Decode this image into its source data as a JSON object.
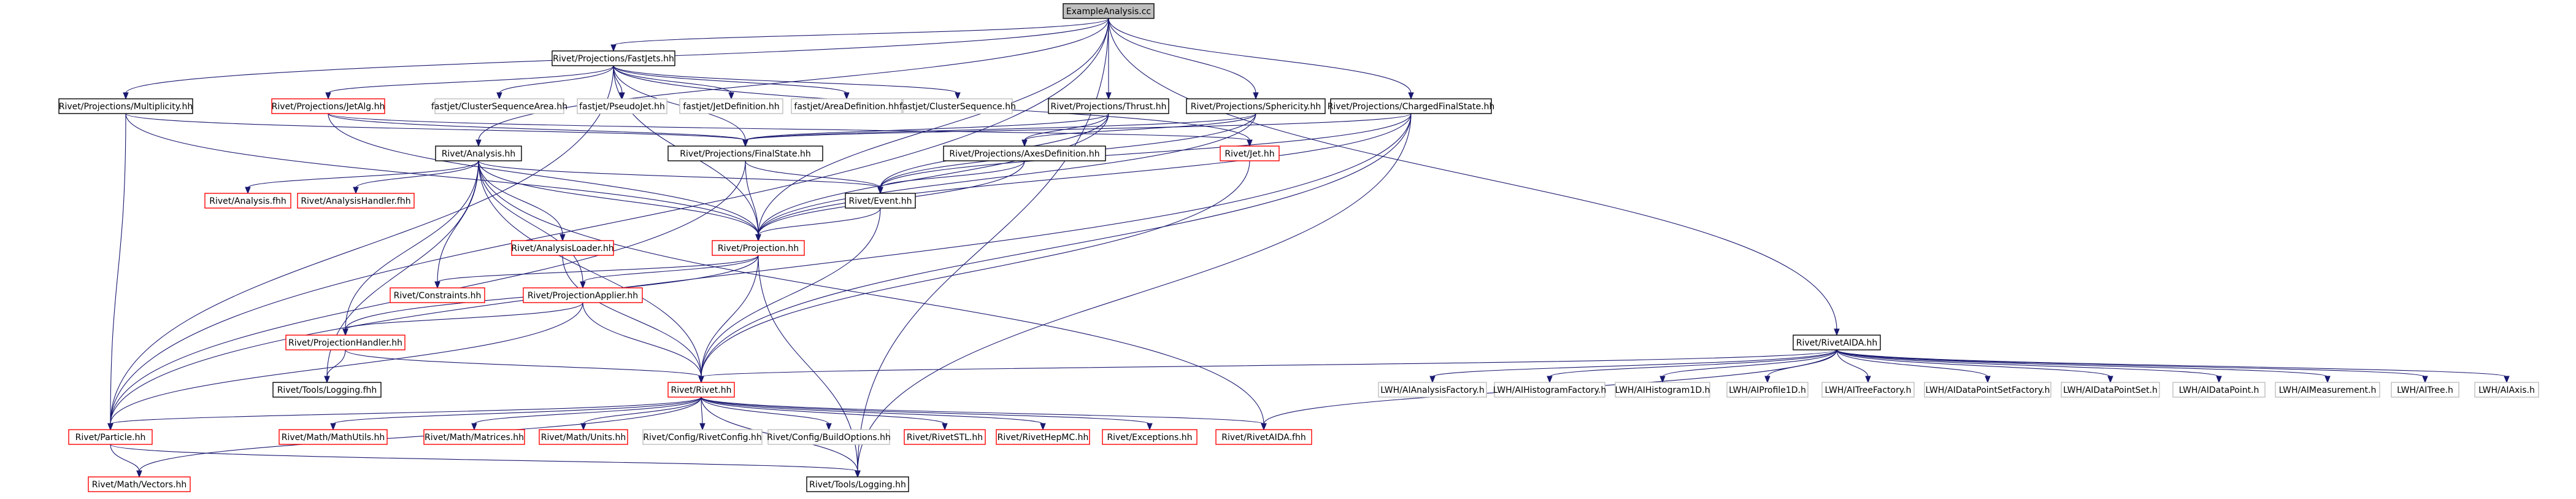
{
  "graph": {
    "colors": {
      "edge": "#191970",
      "border_default": "#000000",
      "border_missing": "#ff0000",
      "border_undocumented": "#bfbfbf",
      "root_fill": "#bfbfbf",
      "text": "#000000"
    },
    "nodes": [
      {
        "id": "root",
        "label": "ExampleAnalysis.cc",
        "kind": "root"
      },
      {
        "id": "fastjets",
        "label": "Rivet/Projections/FastJets.hh",
        "kind": "default"
      },
      {
        "id": "mult",
        "label": "Rivet/Projections/Multiplicity.hh",
        "kind": "default"
      },
      {
        "id": "jetalg",
        "label": "Rivet/Projections/JetAlg.hh",
        "kind": "missing"
      },
      {
        "id": "csarea",
        "label": "fastjet/ClusterSequenceArea.hh",
        "kind": "undocumented"
      },
      {
        "id": "pseudojet",
        "label": "fastjet/PseudoJet.hh",
        "kind": "undocumented"
      },
      {
        "id": "jetdef",
        "label": "fastjet/JetDefinition.hh",
        "kind": "undocumented"
      },
      {
        "id": "areadef",
        "label": "fastjet/AreaDefinition.hh",
        "kind": "undocumented"
      },
      {
        "id": "cs",
        "label": "fastjet/ClusterSequence.hh",
        "kind": "undocumented"
      },
      {
        "id": "thrust",
        "label": "Rivet/Projections/Thrust.hh",
        "kind": "default"
      },
      {
        "id": "sphericity",
        "label": "Rivet/Projections/Sphericity.hh",
        "kind": "default"
      },
      {
        "id": "cfs",
        "label": "Rivet/Projections/ChargedFinalState.hh",
        "kind": "default"
      },
      {
        "id": "analysis",
        "label": "Rivet/Analysis.hh",
        "kind": "default"
      },
      {
        "id": "fs",
        "label": "Rivet/Projections/FinalState.hh",
        "kind": "default"
      },
      {
        "id": "jet",
        "label": "Rivet/Jet.hh",
        "kind": "missing"
      },
      {
        "id": "axesdef",
        "label": "Rivet/Projections/AxesDefinition.hh",
        "kind": "default"
      },
      {
        "id": "analysisfh",
        "label": "Rivet/Analysis.fhh",
        "kind": "missing"
      },
      {
        "id": "handlerfh",
        "label": "Rivet/AnalysisHandler.fhh",
        "kind": "missing"
      },
      {
        "id": "event",
        "label": "Rivet/Event.hh",
        "kind": "default"
      },
      {
        "id": "loader",
        "label": "Rivet/AnalysisLoader.hh",
        "kind": "missing"
      },
      {
        "id": "projection",
        "label": "Rivet/Projection.hh",
        "kind": "missing"
      },
      {
        "id": "constraints",
        "label": "Rivet/Constraints.hh",
        "kind": "missing"
      },
      {
        "id": "applier",
        "label": "Rivet/ProjectionApplier.hh",
        "kind": "missing"
      },
      {
        "id": "projhandler",
        "label": "Rivet/ProjectionHandler.hh",
        "kind": "missing"
      },
      {
        "id": "loggingfh",
        "label": "Rivet/Tools/Logging.fhh",
        "kind": "default"
      },
      {
        "id": "rivetaida",
        "label": "Rivet/RivetAIDA.hh",
        "kind": "default"
      },
      {
        "id": "rivet",
        "label": "Rivet/Rivet.hh",
        "kind": "missing"
      },
      {
        "id": "iafactory",
        "label": "LWH/AIAnalysisFactory.h",
        "kind": "undocumented"
      },
      {
        "id": "ihfactory",
        "label": "LWH/AIHistogramFactory.h",
        "kind": "undocumented"
      },
      {
        "id": "ih1d",
        "label": "LWH/AIHistogram1D.h",
        "kind": "undocumented"
      },
      {
        "id": "iprofile",
        "label": "LWH/AIProfile1D.h",
        "kind": "undocumented"
      },
      {
        "id": "itreefactory",
        "label": "LWH/AITreeFactory.h",
        "kind": "undocumented"
      },
      {
        "id": "idpsfactory",
        "label": "LWH/AIDataPointSetFactory.h",
        "kind": "undocumented"
      },
      {
        "id": "idps",
        "label": "LWH/AIDataPointSet.h",
        "kind": "undocumented"
      },
      {
        "id": "idp",
        "label": "LWH/AIDataPoint.h",
        "kind": "undocumented"
      },
      {
        "id": "imeas",
        "label": "LWH/AIMeasurement.h",
        "kind": "undocumented"
      },
      {
        "id": "itree",
        "label": "LWH/AITree.h",
        "kind": "undocumented"
      },
      {
        "id": "iaxis",
        "label": "LWH/AIAxis.h",
        "kind": "undocumented"
      },
      {
        "id": "particle",
        "label": "Rivet/Particle.hh",
        "kind": "missing"
      },
      {
        "id": "mathutils",
        "label": "Rivet/Math/MathUtils.hh",
        "kind": "missing"
      },
      {
        "id": "matrices",
        "label": "Rivet/Math/Matrices.hh",
        "kind": "missing"
      },
      {
        "id": "units",
        "label": "Rivet/Math/Units.hh",
        "kind": "missing"
      },
      {
        "id": "rivetconfig",
        "label": "Rivet/Config/RivetConfig.hh",
        "kind": "undocumented"
      },
      {
        "id": "buildoptions",
        "label": "Rivet/Config/BuildOptions.hh",
        "kind": "undocumented"
      },
      {
        "id": "rivetstl",
        "label": "Rivet/RivetSTL.hh",
        "kind": "missing"
      },
      {
        "id": "hepmc",
        "label": "Rivet/RivetHepMC.hh",
        "kind": "missing"
      },
      {
        "id": "exceptions",
        "label": "Rivet/Exceptions.hh",
        "kind": "missing"
      },
      {
        "id": "rivetaidafh",
        "label": "Rivet/RivetAIDA.fhh",
        "kind": "missing"
      },
      {
        "id": "vectors",
        "label": "Rivet/Math/Vectors.hh",
        "kind": "missing"
      },
      {
        "id": "logginghh",
        "label": "Rivet/Tools/Logging.hh",
        "kind": "default"
      }
    ],
    "edges": [
      [
        "root",
        "fastjets"
      ],
      [
        "root",
        "mult"
      ],
      [
        "root",
        "thrust"
      ],
      [
        "root",
        "sphericity"
      ],
      [
        "root",
        "cfs"
      ],
      [
        "root",
        "analysis"
      ],
      [
        "root",
        "rivetaida"
      ],
      [
        "root",
        "logginghh"
      ],
      [
        "root",
        "particle"
      ],
      [
        "root",
        "projection"
      ],
      [
        "fastjets",
        "jetalg"
      ],
      [
        "fastjets",
        "csarea"
      ],
      [
        "fastjets",
        "pseudojet"
      ],
      [
        "fastjets",
        "jetdef"
      ],
      [
        "fastjets",
        "areadef"
      ],
      [
        "fastjets",
        "cs"
      ],
      [
        "fastjets",
        "fs"
      ],
      [
        "fastjets",
        "jet"
      ],
      [
        "fastjets",
        "particle"
      ],
      [
        "fastjets",
        "projection"
      ],
      [
        "mult",
        "fs"
      ],
      [
        "mult",
        "particle"
      ],
      [
        "mult",
        "projection"
      ],
      [
        "jetalg",
        "fs"
      ],
      [
        "jetalg",
        "jet"
      ],
      [
        "jetalg",
        "projection"
      ],
      [
        "thrust",
        "axesdef"
      ],
      [
        "thrust",
        "fs"
      ],
      [
        "thrust",
        "event"
      ],
      [
        "thrust",
        "projection"
      ],
      [
        "sphericity",
        "axesdef"
      ],
      [
        "sphericity",
        "fs"
      ],
      [
        "sphericity",
        "event"
      ],
      [
        "sphericity",
        "projection"
      ],
      [
        "cfs",
        "fs"
      ],
      [
        "cfs",
        "event"
      ],
      [
        "cfs",
        "projection"
      ],
      [
        "cfs",
        "rivet"
      ],
      [
        "cfs",
        "logginghh"
      ],
      [
        "cfs",
        "particle"
      ],
      [
        "analysis",
        "analysisfh"
      ],
      [
        "analysis",
        "handlerfh"
      ],
      [
        "analysis",
        "event"
      ],
      [
        "analysis",
        "loader"
      ],
      [
        "analysis",
        "projection"
      ],
      [
        "analysis",
        "constraints"
      ],
      [
        "analysis",
        "applier"
      ],
      [
        "analysis",
        "projhandler"
      ],
      [
        "analysis",
        "loggingfh"
      ],
      [
        "analysis",
        "rivet"
      ],
      [
        "analysis",
        "rivetaidafh"
      ],
      [
        "fs",
        "event"
      ],
      [
        "fs",
        "projection"
      ],
      [
        "fs",
        "particle"
      ],
      [
        "jet",
        "rivet"
      ],
      [
        "axesdef",
        "event"
      ],
      [
        "axesdef",
        "projection"
      ],
      [
        "event",
        "projection"
      ],
      [
        "event",
        "rivet"
      ],
      [
        "loader",
        "rivet"
      ],
      [
        "projection",
        "constraints"
      ],
      [
        "projection",
        "applier"
      ],
      [
        "projection",
        "projhandler"
      ],
      [
        "projection",
        "rivet"
      ],
      [
        "projection",
        "logginghh"
      ],
      [
        "applier",
        "projhandler"
      ],
      [
        "applier",
        "rivet"
      ],
      [
        "applier",
        "particle"
      ],
      [
        "projhandler",
        "loggingfh"
      ],
      [
        "projhandler",
        "rivet"
      ],
      [
        "rivetaida",
        "iafactory"
      ],
      [
        "rivetaida",
        "ihfactory"
      ],
      [
        "rivetaida",
        "ih1d"
      ],
      [
        "rivetaida",
        "iprofile"
      ],
      [
        "rivetaida",
        "itreefactory"
      ],
      [
        "rivetaida",
        "idpsfactory"
      ],
      [
        "rivetaida",
        "idps"
      ],
      [
        "rivetaida",
        "idp"
      ],
      [
        "rivetaida",
        "imeas"
      ],
      [
        "rivetaida",
        "itree"
      ],
      [
        "rivetaida",
        "iaxis"
      ],
      [
        "rivetaida",
        "rivet"
      ],
      [
        "rivetaida",
        "rivetaidafh"
      ],
      [
        "rivet",
        "particle"
      ],
      [
        "rivet",
        "mathutils"
      ],
      [
        "rivet",
        "matrices"
      ],
      [
        "rivet",
        "units"
      ],
      [
        "rivet",
        "rivetconfig"
      ],
      [
        "rivet",
        "buildoptions"
      ],
      [
        "rivet",
        "rivetstl"
      ],
      [
        "rivet",
        "hepmc"
      ],
      [
        "rivet",
        "exceptions"
      ],
      [
        "rivet",
        "rivetaidafh"
      ],
      [
        "rivet",
        "vectors"
      ],
      [
        "rivet",
        "logginghh"
      ],
      [
        "particle",
        "vectors"
      ],
      [
        "particle",
        "logginghh"
      ]
    ]
  }
}
